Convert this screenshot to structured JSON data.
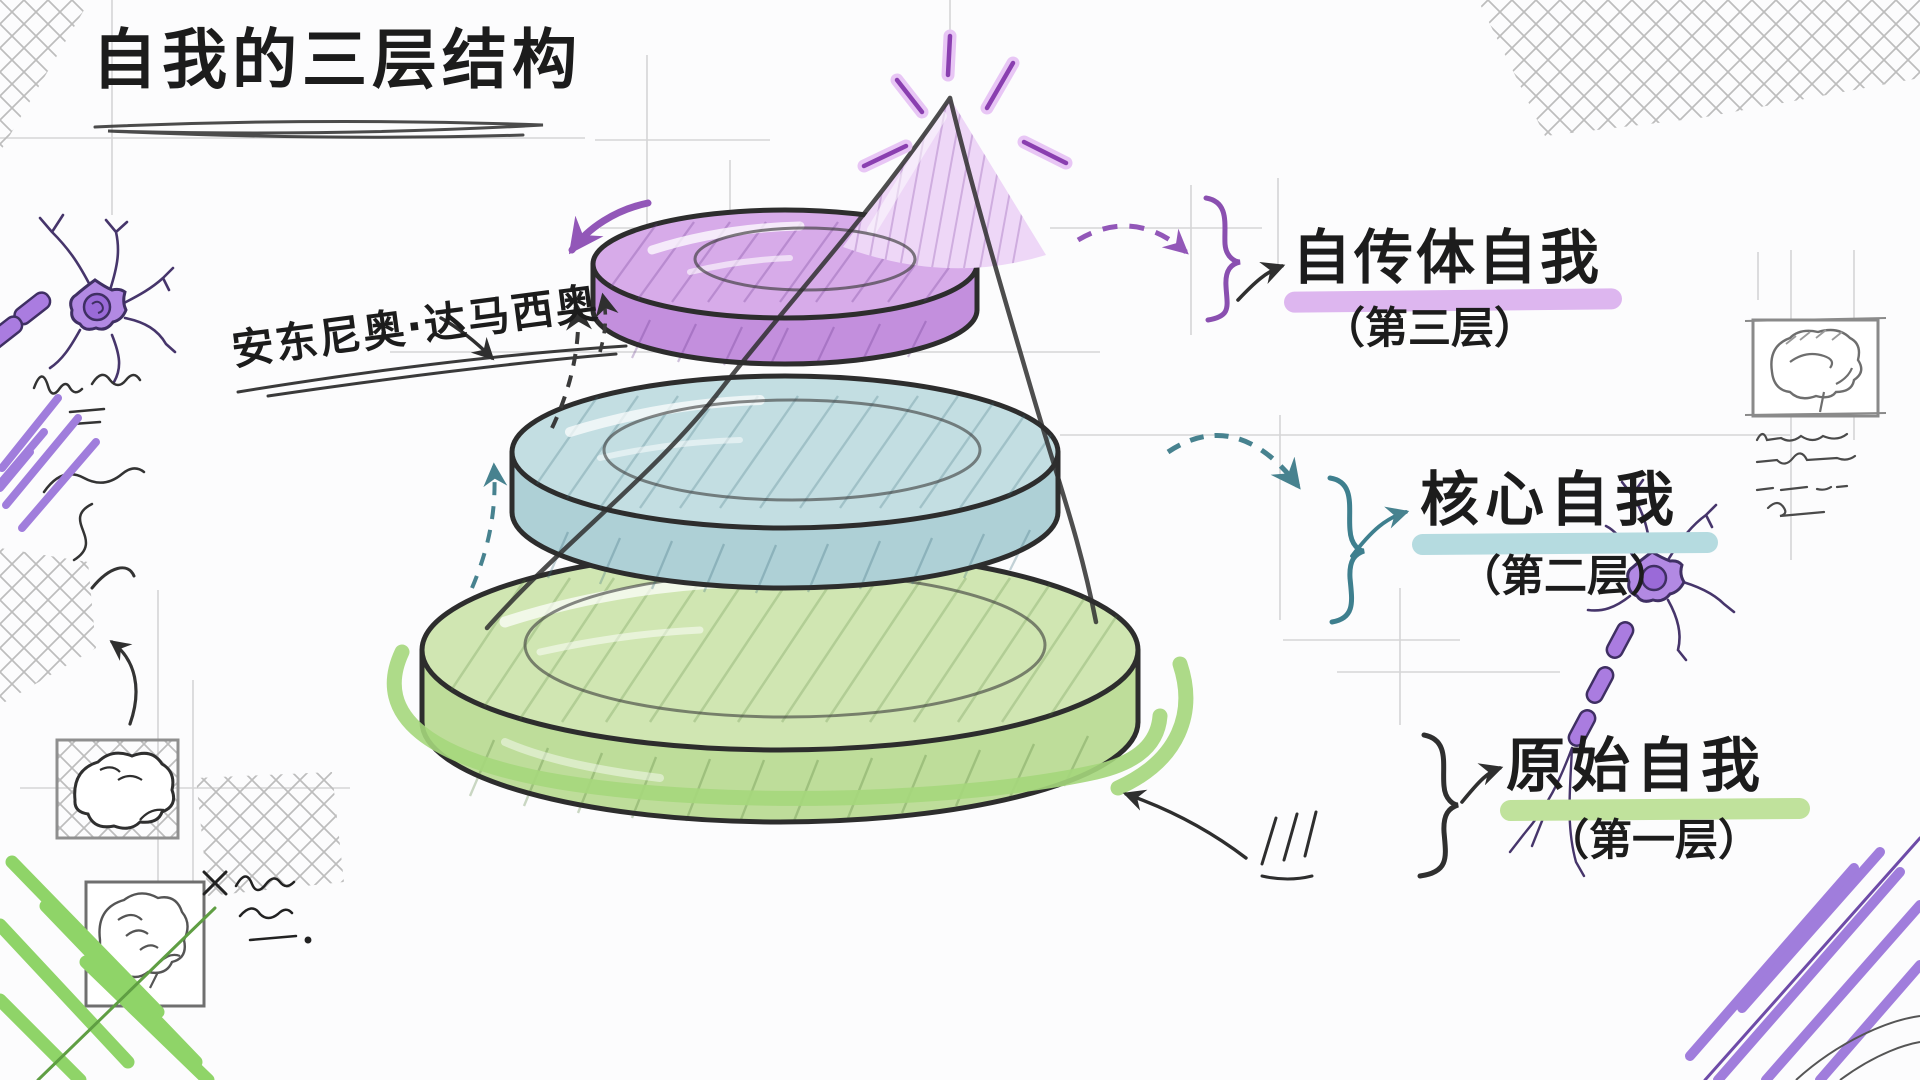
{
  "title": "自我的三层结构",
  "attribution": "安东尼奥·达马西奥",
  "layers": [
    {
      "label": "自传体自我",
      "sublabel": "（第三层）",
      "position": "top",
      "fill": "#d7abe9",
      "band": "#c38fdd",
      "highlight": "#ddb6ef",
      "accent": "#8a4fb0"
    },
    {
      "label": "核心自我",
      "sublabel": "（第二层）",
      "position": "middle",
      "fill": "#c3dee2",
      "band": "#aed0d6",
      "highlight": "#b5dbe0",
      "accent": "#3e7f8e"
    },
    {
      "label": "原始自我",
      "sublabel": "（第一层）",
      "position": "bottom",
      "fill": "#d0e6b2",
      "band": "#bedd9a",
      "highlight": "#c0e29c",
      "accent": "#6fa84e"
    }
  ],
  "style": {
    "ink": "#2a2a2a",
    "pencil": "#c6c6c6",
    "purple_accent": "#9257b8",
    "teal_accent": "#47828f",
    "green_swoosh": "#a5d77c",
    "neuron_purple": "#b289e3",
    "cone_fill": "#eed7f7"
  },
  "decorations": [
    "sparkle-rays",
    "cone",
    "three-tier-cylinders",
    "green-swoosh",
    "neuron-icon-left",
    "neuron-icon-right",
    "brain-sketch-right",
    "brain-sketch-bottom-left-hatched",
    "brain-sketch-bottom-left-plain",
    "crosshatch-corner-top-left",
    "crosshatch-corner-top-right",
    "crosshatch-bottom-left",
    "pencil-gridlines",
    "handwriting-scribbles"
  ]
}
